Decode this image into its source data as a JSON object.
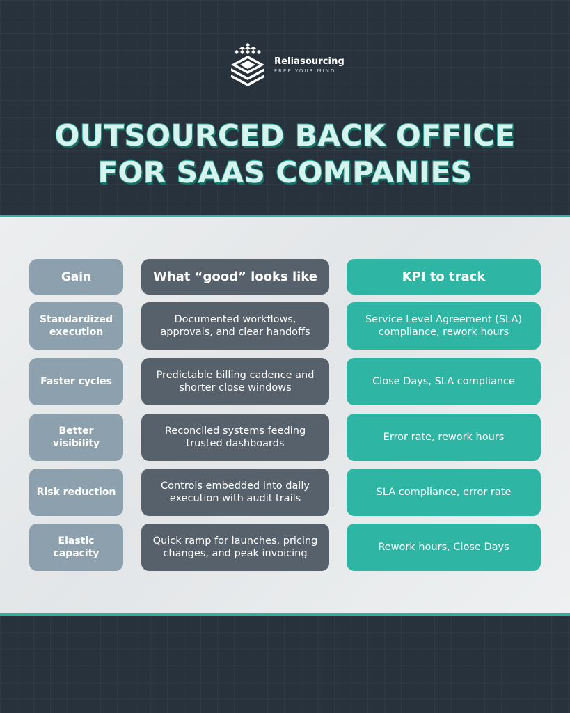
{
  "brand": {
    "name": "Reliasourcing",
    "tagline": "FREE YOUR MIND"
  },
  "title": {
    "line1": "OUTSOURCED BACK OFFICE",
    "line2": "FOR SAAS COMPANIES"
  },
  "table": {
    "headers": {
      "gain": "Gain",
      "good": "What “good” looks like",
      "kpi": "KPI to track"
    },
    "rows": [
      {
        "gain": "Standardized execution",
        "good": "Documented workflows, approvals, and clear handoffs",
        "kpi": "Service Level Agreement (SLA) compliance, rework hours"
      },
      {
        "gain": "Faster cycles",
        "good": "Predictable billing cadence and shorter close windows",
        "kpi": "Close Days, SLA compliance"
      },
      {
        "gain": "Better visibility",
        "good": "Reconciled systems feeding trusted dashboards",
        "kpi": "Error rate, rework hours"
      },
      {
        "gain": "Risk reduction",
        "good": "Controls embedded into daily execution with audit trails",
        "kpi": "SLA compliance, error rate"
      },
      {
        "gain": "Elastic capacity",
        "good": "Quick ramp for launches, pricing changes, and peak invoicing",
        "kpi": "Rework hours, Close Days"
      }
    ]
  },
  "colors": {
    "accent": "#2fb5a3",
    "gain_cell": "#8da0ad",
    "good_cell": "#56616b",
    "background": "#27323c"
  }
}
